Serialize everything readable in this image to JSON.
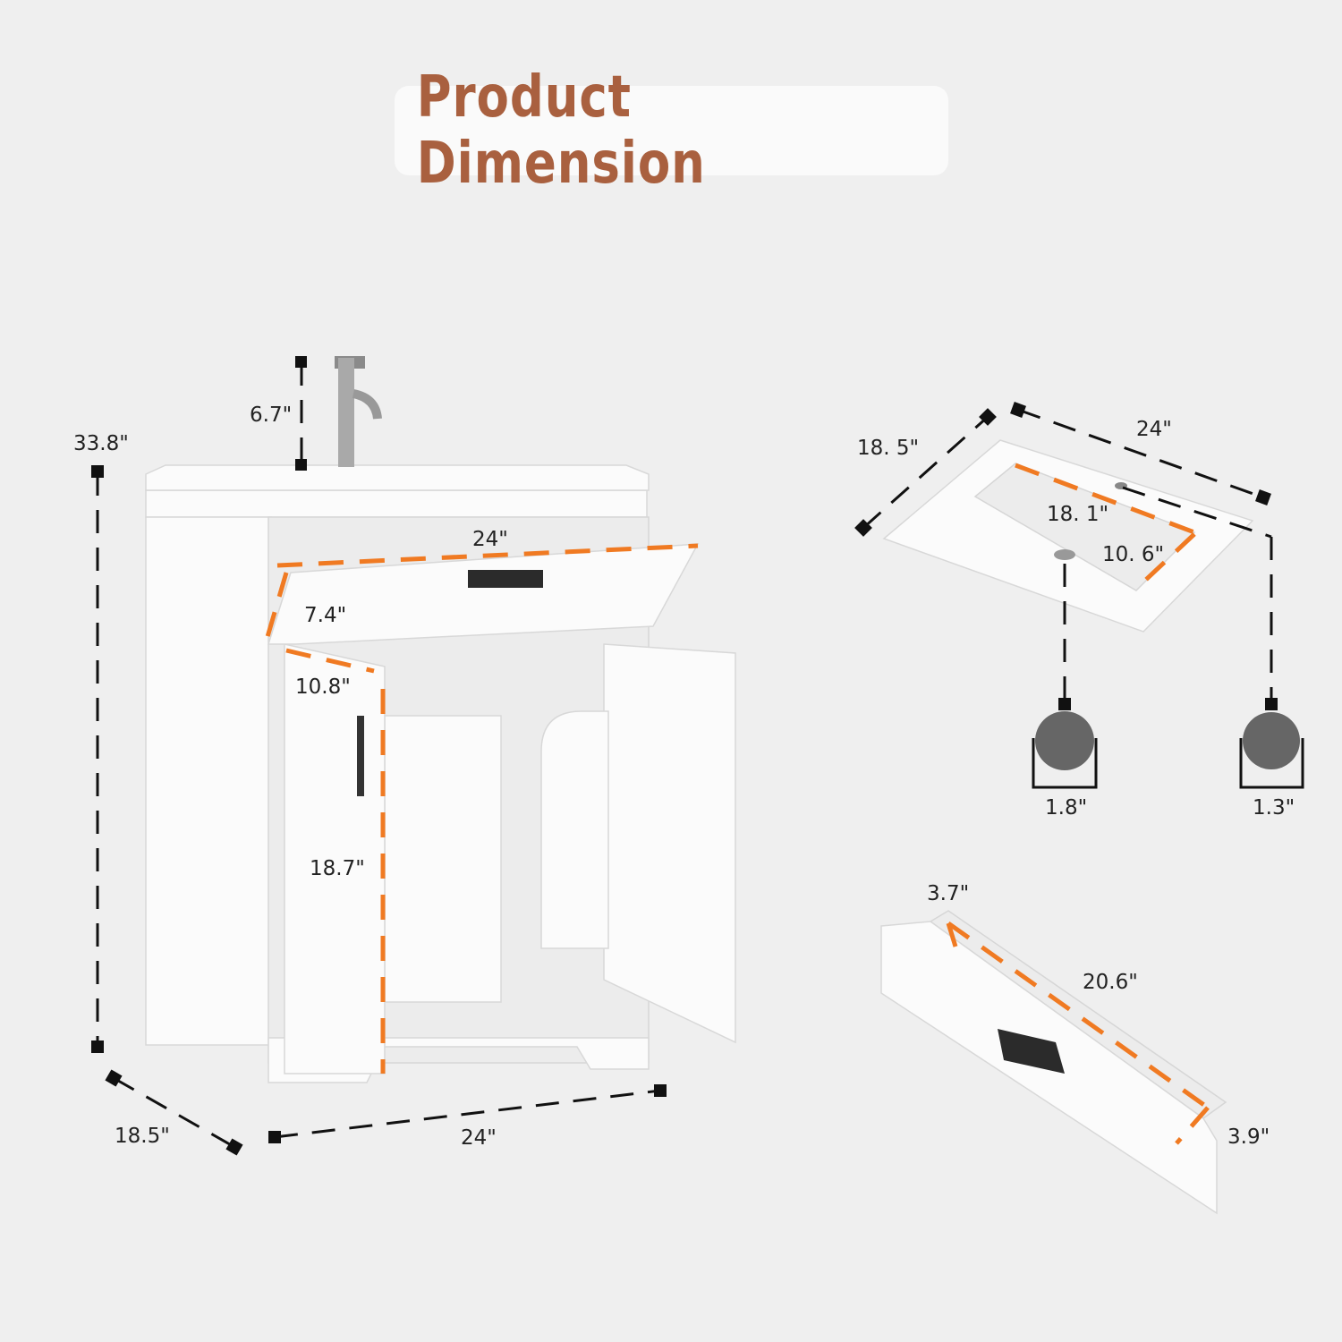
{
  "title": "Product Dimension",
  "colors": {
    "title": "#a9603f",
    "dimension_accent": "#f07a22",
    "background": "#efefef"
  },
  "vanity": {
    "faucet_height": "6.7\"",
    "total_height": "33.8\"",
    "drawer_width": "24\"",
    "drawer_height": "7.4\"",
    "door_width": "10.8\"",
    "door_height": "18.7\"",
    "depth": "18.5\"",
    "width": "24\""
  },
  "sink": {
    "depth": "18. 5\"",
    "width": "24\"",
    "basin_length": "18. 1\"",
    "basin_width": "10. 6\"",
    "drain_diameter": "1.8\"",
    "faucet_hole_diameter": "1.3\""
  },
  "drawer": {
    "depth": "3.7\"",
    "length": "20.6\"",
    "height": "3.9\""
  }
}
